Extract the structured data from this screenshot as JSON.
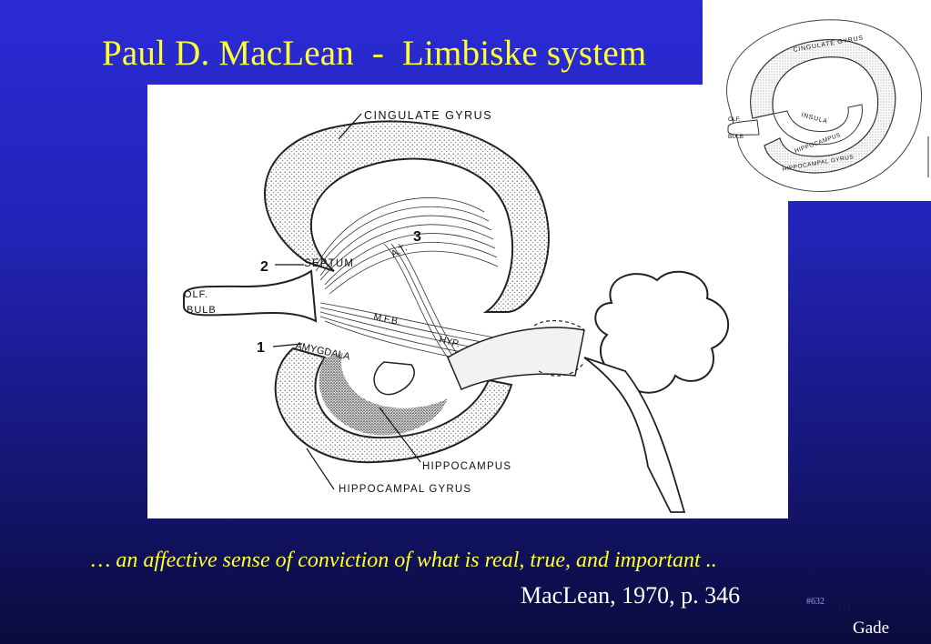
{
  "slide": {
    "title": "Paul D. MacLean  -  Limbiske system",
    "quote": "… an affective sense of conviction of what is real, true, and important ..",
    "citation": "MacLean, 1970, p. 346",
    "slide_id": "#632",
    "slide_number": "10",
    "author": "Gade"
  },
  "main_figure": {
    "labels": {
      "cingulate": "CINGULATE GYRUS",
      "septum": "SEPTUM",
      "at": "A.T.",
      "olf": "OLF.",
      "bulb": "BULB",
      "mfb": "M.F.B.",
      "hyp": "HYP.",
      "amygdala": "AMYGDALA",
      "hippocampus": "HIPPOCAMPUS",
      "hippocampal_gyrus": "HIPPOCAMPAL GYRUS",
      "num1": "1",
      "num2": "2",
      "num3": "3"
    }
  },
  "inset_figure": {
    "labels": {
      "cingulate": "CINGULATE GYRUS",
      "insula": "INSULA",
      "olf": "OLF.",
      "bulb": "BULB",
      "hippocampus": "HIPPOCAMPUS",
      "hippocampal_gyrus": "HIPPOCAMPAL GYRUS"
    }
  },
  "colors": {
    "title": "#ffff33",
    "quote": "#ffff33",
    "citation": "#ffffff"
  }
}
